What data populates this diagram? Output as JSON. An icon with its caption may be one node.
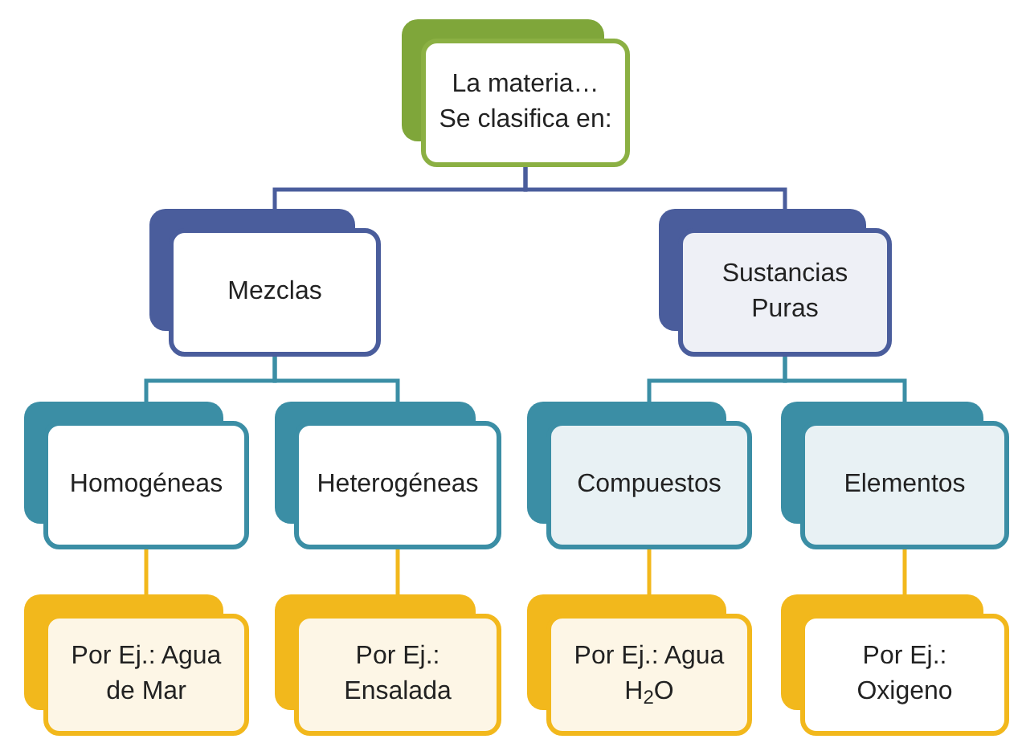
{
  "diagram": {
    "nodes": [
      {
        "text": [
          "La materia… Se clasifica en:"
        ]
      },
      {
        "text": [
          "Mezclas"
        ]
      },
      {
        "text": [
          "Sustancias Puras"
        ]
      },
      {
        "text": [
          "Homogéneas"
        ]
      },
      {
        "text": [
          "Heterogéneas"
        ]
      },
      {
        "text": [
          "Compuestos"
        ]
      },
      {
        "text": [
          "Elementos"
        ]
      },
      {
        "text": [
          "Por Ej.: Agua de Mar"
        ]
      },
      {
        "text": [
          "Por Ej.: Ensalada"
        ]
      },
      {
        "text": [
          "Por Ej.: Agua H$_{2}$O"
        ]
      },
      {
        "text": [
          "Por Ej.: Oxigeno"
        ]
      }
    ],
    "edges": [
      {
        "from": 0,
        "to": 1,
        "arrow": "none",
        "color": "#4a5d9c"
      },
      {
        "from": 0,
        "to": 2,
        "arrow": "none",
        "color": "#4a5d9c"
      },
      {
        "from": 1,
        "to": 3,
        "arrow": "none",
        "color": "#3b8ea5"
      },
      {
        "from": 1,
        "to": 4,
        "arrow": "none",
        "color": "#3b8ea5"
      },
      {
        "from": 2,
        "to": 5,
        "arrow": "none",
        "color": "#3b8ea5"
      },
      {
        "from": 2,
        "to": 6,
        "arrow": "none",
        "color": "#3b8ea5"
      },
      {
        "from": 3,
        "to": 7,
        "arrow": "none",
        "color": "#f2b81c"
      },
      {
        "from": 4,
        "to": 8,
        "arrow": "none",
        "color": "#f2b81c"
      },
      {
        "from": 5,
        "to": 9,
        "arrow": "none",
        "color": "#f2b81c"
      },
      {
        "from": 6,
        "to": 10,
        "arrow": "none",
        "color": "#f2b81c"
      }
    ]
  }
}
